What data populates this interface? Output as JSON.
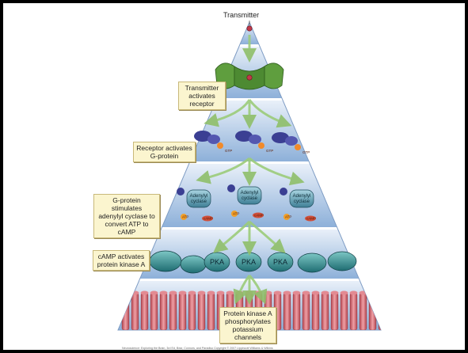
{
  "top_label": "Transmitter",
  "steps": [
    {
      "lines": [
        "Transmitter",
        "activates",
        "receptor"
      ]
    },
    {
      "lines": [
        "Receptor activates",
        "G-protein"
      ]
    },
    {
      "lines": [
        "G-protein stimulates",
        "adenylyl cyclase to",
        "convert ATP to cAMP"
      ]
    },
    {
      "lines": [
        "cAMP activates",
        "protein kinase A"
      ]
    },
    {
      "lines": [
        "Protein kinase A",
        "phosphorylates",
        "potassium channels"
      ]
    }
  ],
  "enzyme_label": [
    "Adenylyl",
    "cyclase"
  ],
  "atp_label": "ATP",
  "camp_label": "cAMP",
  "gtp_label": "GTP",
  "pka_label": "PKA",
  "credit": "Neuroscience: Exploring the Brain, 3rd Ed, Bear, Connors, and Paradiso Copyright © 2007 Lippincott Williams & Wilkins",
  "colors": {
    "background": "#000000",
    "slide": "#ffffff",
    "pyramid_light": "#e6eef8",
    "pyramid_dark": "#8fb0d8",
    "label_fill": "#fbf5cf",
    "receptor": "#5a9a3a",
    "gprotein": "#4a4aa0",
    "enzyme": "#5b9bb0",
    "pka": "#2f8a8a",
    "channel": "#d46a72"
  }
}
